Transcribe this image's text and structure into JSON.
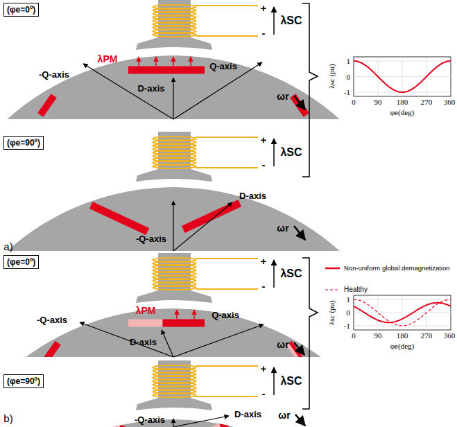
{
  "diagram": {
    "nodes": [
      {
        "text": [
          "(φe=0º)"
        ]
      },
      {
        "text": [
          "(φe=90º)"
        ]
      },
      {
        "text": [
          "(φe=0º)"
        ]
      },
      {
        "text": [
          "(φe=90º)"
        ]
      }
    ],
    "labels": [
      "+",
      "-",
      "λSC",
      "λPM",
      "-Q-axis",
      "Q-axis",
      "D-axis",
      "ωr",
      "+",
      "-",
      "λSC",
      "-Q-axis",
      "D-axis",
      "ωr",
      "a)",
      "λsc (pu)",
      "1",
      "0",
      "-1",
      "0",
      "90",
      "180",
      "270",
      "360",
      "φe(deg)",
      "+",
      "-",
      "λSC",
      "λPM",
      "-Q-axis",
      "Q-axis",
      "D-axis",
      "ωr",
      "+",
      "-",
      "λSC",
      "-Q-axis",
      "D-axis",
      "ωr",
      "b)",
      "λsc (pu)",
      "1",
      "0",
      "-1",
      "0",
      "90",
      "180",
      "270",
      "360",
      "φe(deg)"
    ],
    "legend": [
      {
        "text": "Non-uniform global demagnetization"
      },
      {
        "text": "Healthy"
      }
    ]
  }
}
